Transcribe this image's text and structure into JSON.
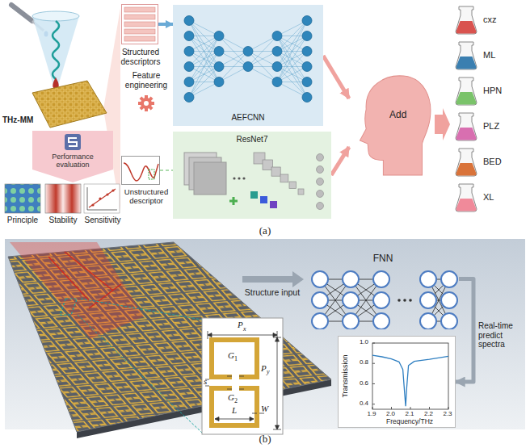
{
  "diagram": {
    "nodes": [
      {
        "text": [
          "Structured descriptors"
        ]
      },
      {
        "text": [
          "AEFCNN"
        ]
      },
      {
        "text": [
          "Unstructured descriptor"
        ]
      },
      {
        "text": [
          "ResNet7"
        ]
      },
      {
        "text": [
          "Add"
        ]
      },
      {
        "text": [
          "cxz"
        ]
      },
      {
        "text": [
          "ML"
        ]
      },
      {
        "text": [
          "HPN"
        ]
      },
      {
        "text": [
          "PLZ"
        ]
      },
      {
        "text": [
          "BED"
        ]
      },
      {
        "text": [
          "XL"
        ]
      },
      {
        "text": [
          "FNN"
        ]
      },
      {
        "text": [
          "Transmission",
          "Frequency/THz"
        ]
      }
    ],
    "edges": [
      {
        "from": 0,
        "to": 1,
        "arrow": "to"
      },
      {
        "from": 2,
        "to": 3,
        "arrow": "none"
      },
      {
        "from": 1,
        "to": 4,
        "arrow": "to"
      },
      {
        "from": 3,
        "to": 4,
        "arrow": "to"
      },
      {
        "from": 11,
        "to": 12,
        "label": "Real-time predict spectra",
        "arrow": "to"
      }
    ],
    "labels": [
      "THz-MM",
      "Performance evaluation",
      "Principle",
      "Stability",
      "Sensitivity",
      "Feature engineering",
      "(a)",
      "Structure input",
      "P",
      "x",
      "G",
      "1",
      "s",
      "P",
      "y",
      "G",
      "2",
      "L",
      "W",
      "1.0",
      "0.8",
      "0.6",
      "0.4",
      "1.9",
      "2.0",
      "2.1",
      "2.2",
      "2.3",
      "(b)"
    ]
  }
}
